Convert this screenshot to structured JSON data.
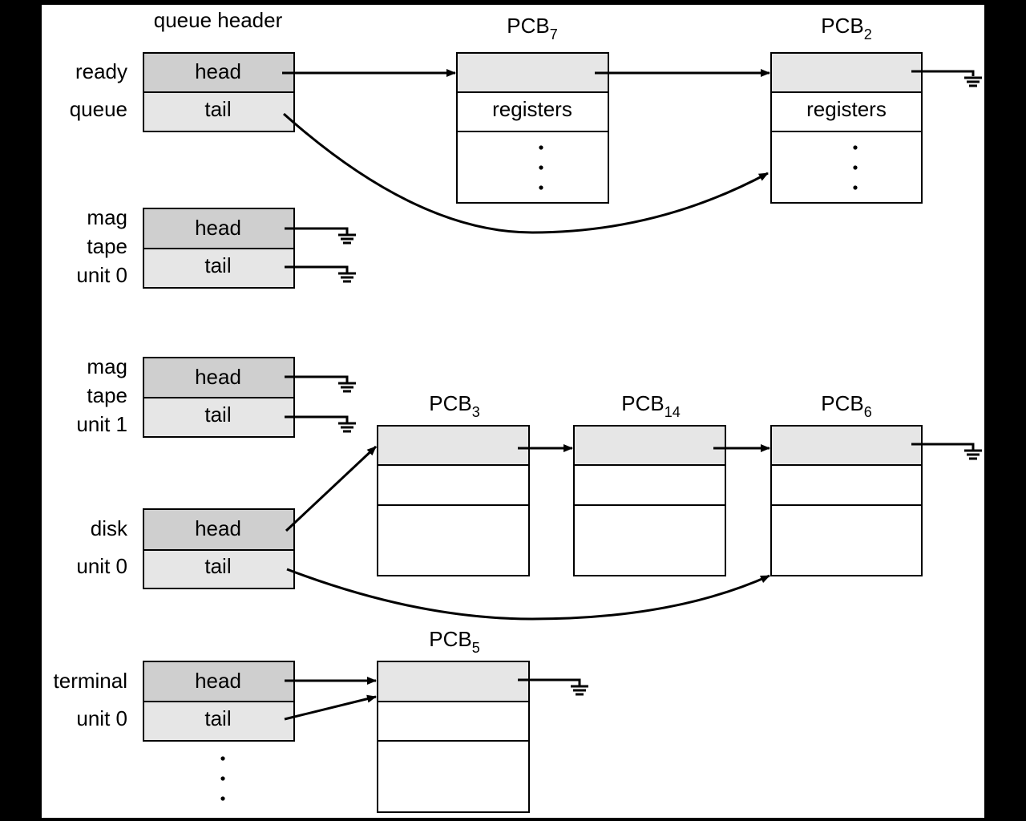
{
  "header_title": "queue header",
  "head_label": "head",
  "tail_label": "tail",
  "queues": [
    {
      "id": "ready",
      "lines": [
        "ready",
        "queue"
      ]
    },
    {
      "id": "mag0",
      "lines": [
        "mag",
        "tape",
        "unit 0"
      ]
    },
    {
      "id": "mag1",
      "lines": [
        "mag",
        "tape",
        "unit 1"
      ]
    },
    {
      "id": "disk",
      "lines": [
        "disk",
        "unit 0"
      ]
    },
    {
      "id": "term",
      "lines": [
        "terminal",
        "unit 0"
      ]
    }
  ],
  "pcbs": [
    {
      "id": "pcb7",
      "name": "PCB",
      "sub": "7",
      "registers": "registers"
    },
    {
      "id": "pcb2",
      "name": "PCB",
      "sub": "2",
      "registers": "registers"
    },
    {
      "id": "pcb3",
      "name": "PCB",
      "sub": "3"
    },
    {
      "id": "pcb14",
      "name": "PCB",
      "sub": "14"
    },
    {
      "id": "pcb6",
      "name": "PCB",
      "sub": "6"
    },
    {
      "id": "pcb5",
      "name": "PCB",
      "sub": "5"
    }
  ],
  "ellipsis": "⋮"
}
